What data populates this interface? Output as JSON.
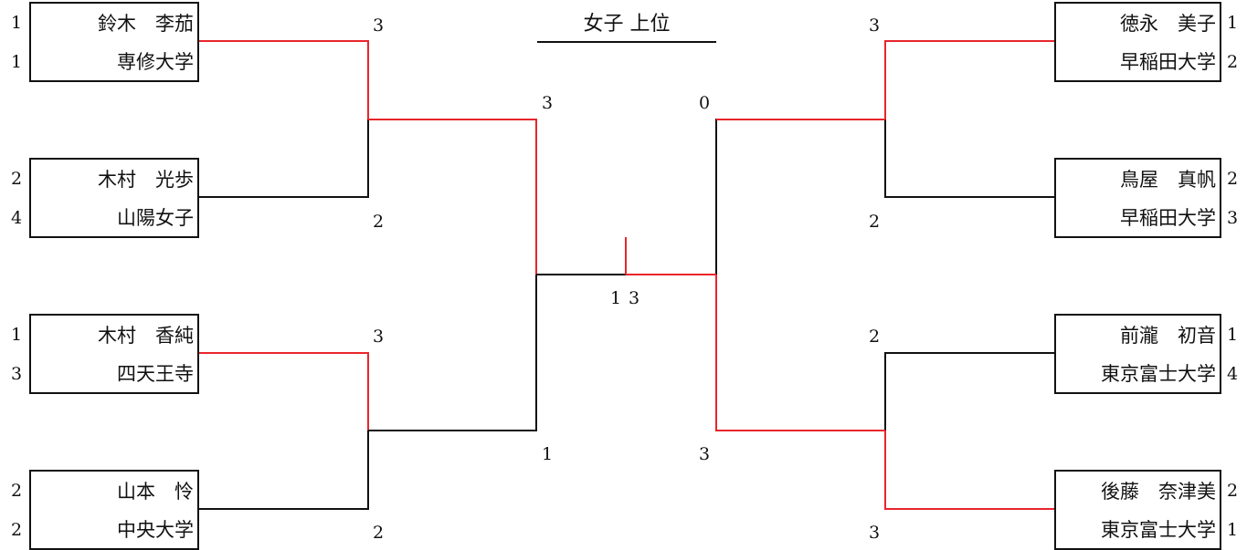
{
  "title": "女子 上位",
  "colors": {
    "winner_line": "#e8262b",
    "loser_line": "#111111",
    "box_border": "#111111"
  },
  "left": [
    {
      "name": "鈴木　李茄",
      "school": "専修大学",
      "seed_top": "1",
      "seed_bottom": "1",
      "score": "3"
    },
    {
      "name": "木村　光歩",
      "school": "山陽女子",
      "seed_top": "2",
      "seed_bottom": "4",
      "score": "2"
    },
    {
      "name": "木村　香純",
      "school": "四天王寺",
      "seed_top": "1",
      "seed_bottom": "3",
      "score": "3"
    },
    {
      "name": "山本　怜",
      "school": "中央大学",
      "seed_top": "2",
      "seed_bottom": "2",
      "score": "2"
    }
  ],
  "right": [
    {
      "name": "徳永　美子",
      "school": "早稲田大学",
      "seed_top": "1",
      "seed_bottom": "2",
      "score": "3"
    },
    {
      "name": "鳥屋　真帆",
      "school": "早稲田大学",
      "seed_top": "2",
      "seed_bottom": "3",
      "score": "2"
    },
    {
      "name": "前瀧　初音",
      "school": "東京富士大学",
      "seed_top": "1",
      "seed_bottom": "4",
      "score": "2"
    },
    {
      "name": "後藤　奈津美",
      "school": "東京富士大学",
      "seed_top": "2",
      "seed_bottom": "1",
      "score": "3"
    }
  ],
  "semis": {
    "left_top": "3",
    "left_bottom": "1",
    "right_top": "0",
    "right_bottom": "3"
  },
  "final": {
    "left": "1",
    "right": "3"
  }
}
